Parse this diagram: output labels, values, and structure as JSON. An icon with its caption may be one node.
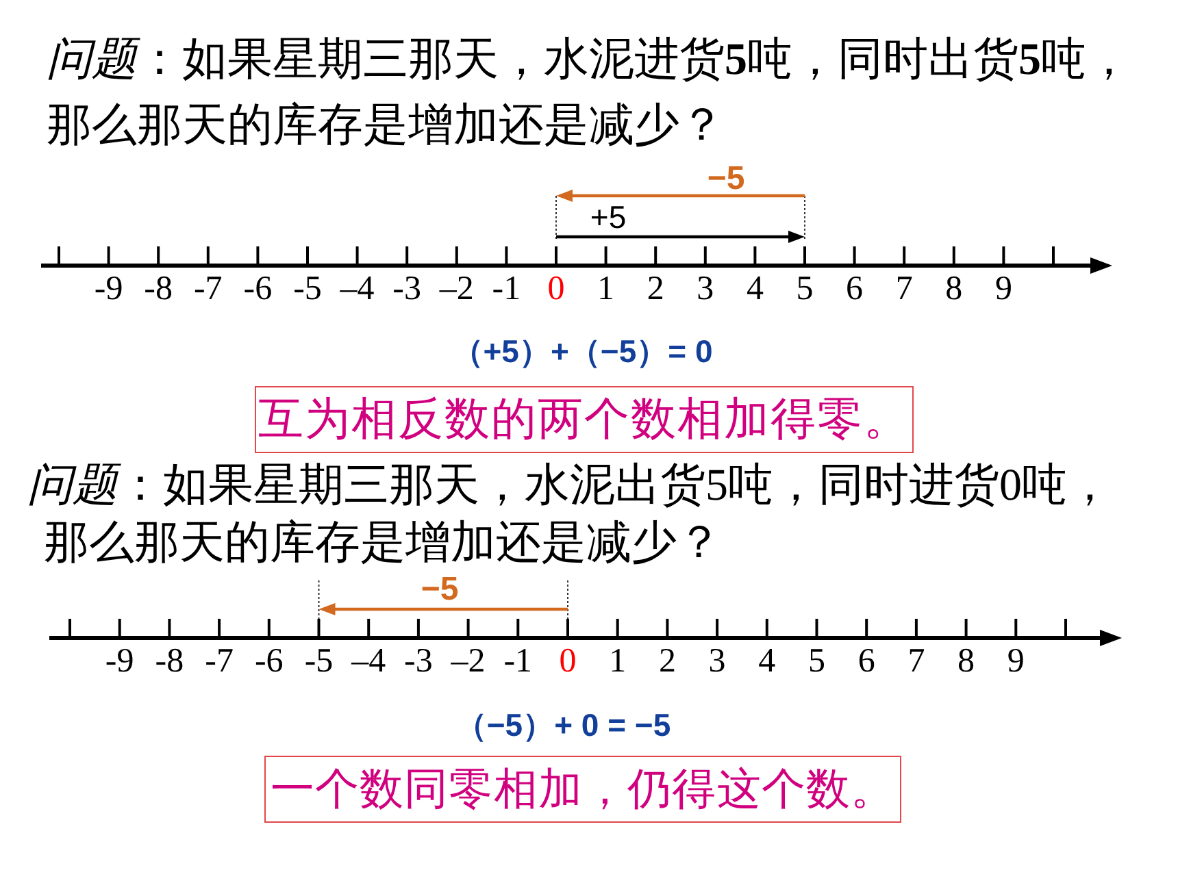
{
  "diagram": {
    "nodes": [
      {
        "text": [
          "互为相反数的两个数相加得零。"
        ]
      },
      {
        "text": [
          "一个数同零相加，仍得这个数。"
        ]
      }
    ],
    "labels": [
      "*问题*：如果星期三那天，水泥进货**5**吨，同时出货**5**吨，那么那天的库存是增加还是减少？",
      "−5",
      "+5",
      "-9",
      "-8",
      "-7",
      "-6",
      "-5",
      "–4",
      "-3",
      "–2",
      "-1",
      "0",
      "1",
      "2",
      "3",
      "4",
      "5",
      "6",
      "7",
      "8",
      "9",
      "（+5）+（−5）= 0",
      "*问题*：如果星期三那天，水泥出货5吨，同时进货0吨，那么那天的库存是增加还是减少？",
      "−5",
      "-9",
      "-8",
      "-7",
      "-6",
      "-5",
      "–4",
      "-3",
      "–2",
      "-1",
      "0",
      "1",
      "2",
      "3",
      "4",
      "5",
      "6",
      "7",
      "8",
      "9",
      "（−5）+ 0 = −5"
    ]
  }
}
